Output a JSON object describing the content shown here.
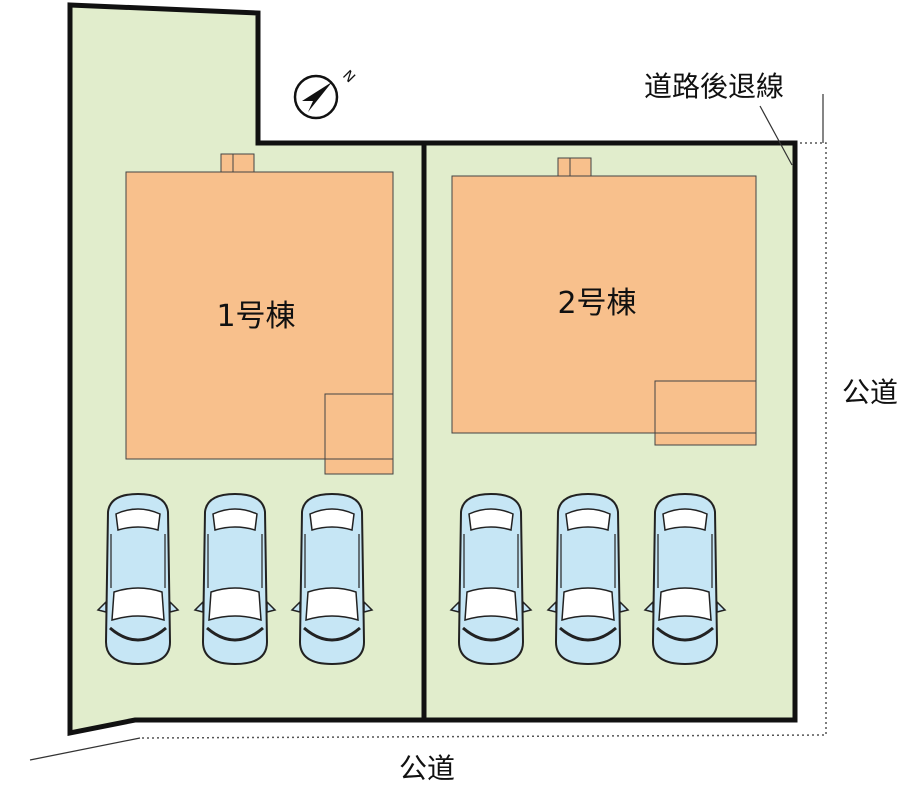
{
  "lots": [
    {
      "building_label": "1号棟",
      "parking_spaces": 3
    },
    {
      "building_label": "2号棟",
      "parking_spaces": 3
    }
  ],
  "labels": {
    "setback_line": "道路後退線",
    "public_road_right": "公道",
    "public_road_bottom": "公道",
    "north_mark": "N"
  },
  "colors": {
    "lot_fill": "#e1edcc",
    "building_fill": "#f8c08c",
    "car_body": "#c6e6f5",
    "boundary": "#111111"
  },
  "icons": [
    "compass-icon",
    "car-icon"
  ]
}
